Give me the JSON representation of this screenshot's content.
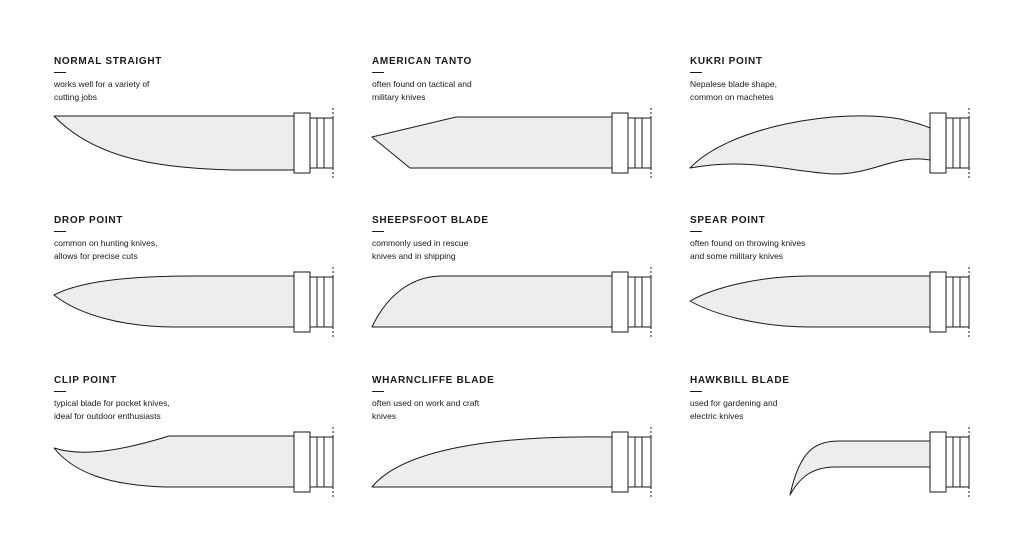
{
  "blades": [
    {
      "title": "NORMAL STRAIGHT",
      "desc_lines": [
        "works well for a variety of",
        "cutting jobs"
      ]
    },
    {
      "title": "AMERICAN TANTO",
      "desc_lines": [
        "often found on tactical and",
        "military knives"
      ]
    },
    {
      "title": "KUKRI POINT",
      "desc_lines": [
        "Nepalese blade shape,",
        "common on machetes"
      ]
    },
    {
      "title": "DROP POINT",
      "desc_lines": [
        "common on hunting knives,",
        "allows for precise cuts"
      ]
    },
    {
      "title": "SHEEPSFOOT BLADE",
      "desc_lines": [
        "commonly used in rescue",
        "knives and in shipping"
      ]
    },
    {
      "title": "SPEAR POINT",
      "desc_lines": [
        "often found on throwing knives",
        "and some military knives"
      ]
    },
    {
      "title": "CLIP POINT",
      "desc_lines": [
        "typical blade for pocket knives,",
        "ideal for outdoor enthusiasts"
      ]
    },
    {
      "title": "WHARNCLIFFE BLADE",
      "desc_lines": [
        "often used on work and craft",
        "knives"
      ]
    },
    {
      "title": "HAWKBILL BLADE",
      "desc_lines": [
        "used for gardening and",
        "electric knives"
      ]
    }
  ],
  "colors": {
    "blade_fill": "#ededed",
    "stroke": "#1a1a1a",
    "background": "#ffffff"
  }
}
